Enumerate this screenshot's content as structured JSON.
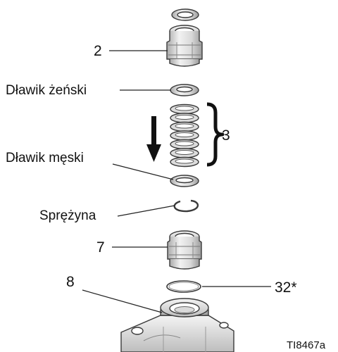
{
  "labels": {
    "part_2": "2",
    "female_gland": "Dławik żeński",
    "bracket_ref": "3",
    "male_gland": "Dławik męski",
    "spring": "Sprężyna",
    "part_7": "7",
    "part_8": "8",
    "part_32": "32*",
    "figure_id": "TI8467a"
  },
  "colors": {
    "metal_light": "#e9e9e9",
    "metal_mid": "#cfcfcf",
    "metal_dark": "#9a9a9a",
    "outline": "#3a3a3a",
    "ink": "#111111"
  },
  "icons": {
    "direction_arrow": "down-arrow-icon",
    "packing_group": "curly-brace-icon"
  },
  "packing_stack": {
    "v_packings": 7
  }
}
